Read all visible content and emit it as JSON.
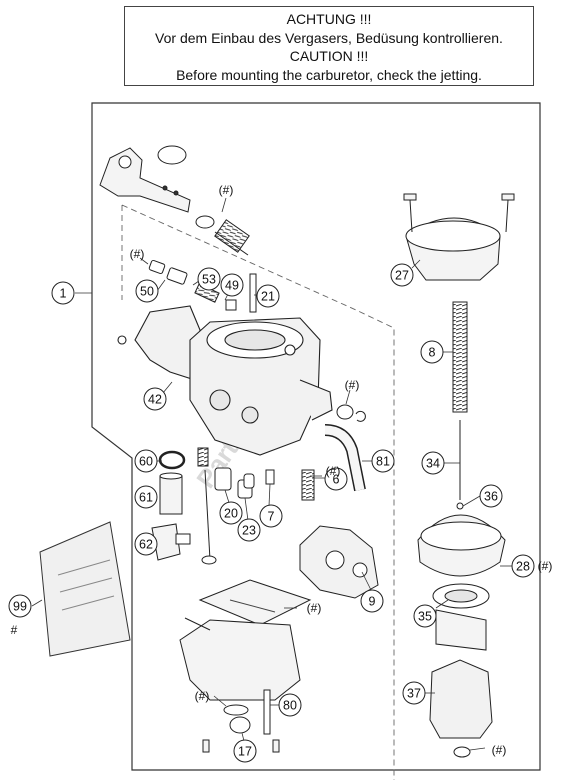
{
  "notice": {
    "line1": "ACHTUNG !!!",
    "line2": "Vor dem Einbau des Vergasers, Bedüsung kontrollieren.",
    "line3": "CAUTION !!!",
    "line4": "Before mounting the carburetor, check the jetting."
  },
  "watermark": "PartsRepublik",
  "callouts": {
    "c1": "1",
    "c27": "27",
    "c8": "8",
    "c34": "34",
    "c36": "36",
    "c28": "28",
    "c35": "35",
    "c37": "37",
    "c50": "50",
    "c53": "53",
    "c49": "49",
    "c21": "21",
    "c42": "42",
    "c60": "60",
    "c61": "61",
    "c62": "62",
    "c20": "20",
    "c23": "23",
    "c7": "7",
    "c6": "6",
    "c81": "81",
    "c9": "9",
    "c17": "17",
    "c80": "80",
    "c99": "99"
  },
  "hash_marks": {
    "h1": "(#)",
    "h2": "(#)",
    "h3": "(#)",
    "h4": "(#)",
    "h5": "(#)",
    "h6": "(#)",
    "h7": "(#)",
    "h8": "(#)",
    "h9": "#"
  }
}
